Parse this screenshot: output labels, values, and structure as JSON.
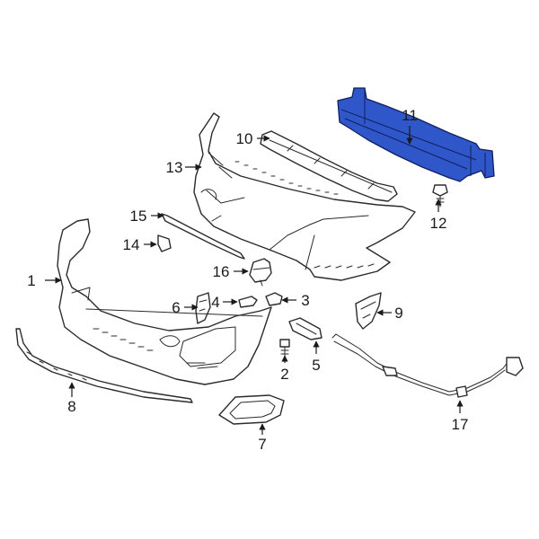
{
  "highlight_color": "#2f57c9",
  "callouts": {
    "c1": "1",
    "c2": "2",
    "c3": "3",
    "c4": "4",
    "c5": "5",
    "c6": "6",
    "c7": "7",
    "c8": "8",
    "c9": "9",
    "c10": "10",
    "c11": "11",
    "c12": "12",
    "c13": "13",
    "c14": "14",
    "c15": "15",
    "c16": "16",
    "c17": "17"
  }
}
